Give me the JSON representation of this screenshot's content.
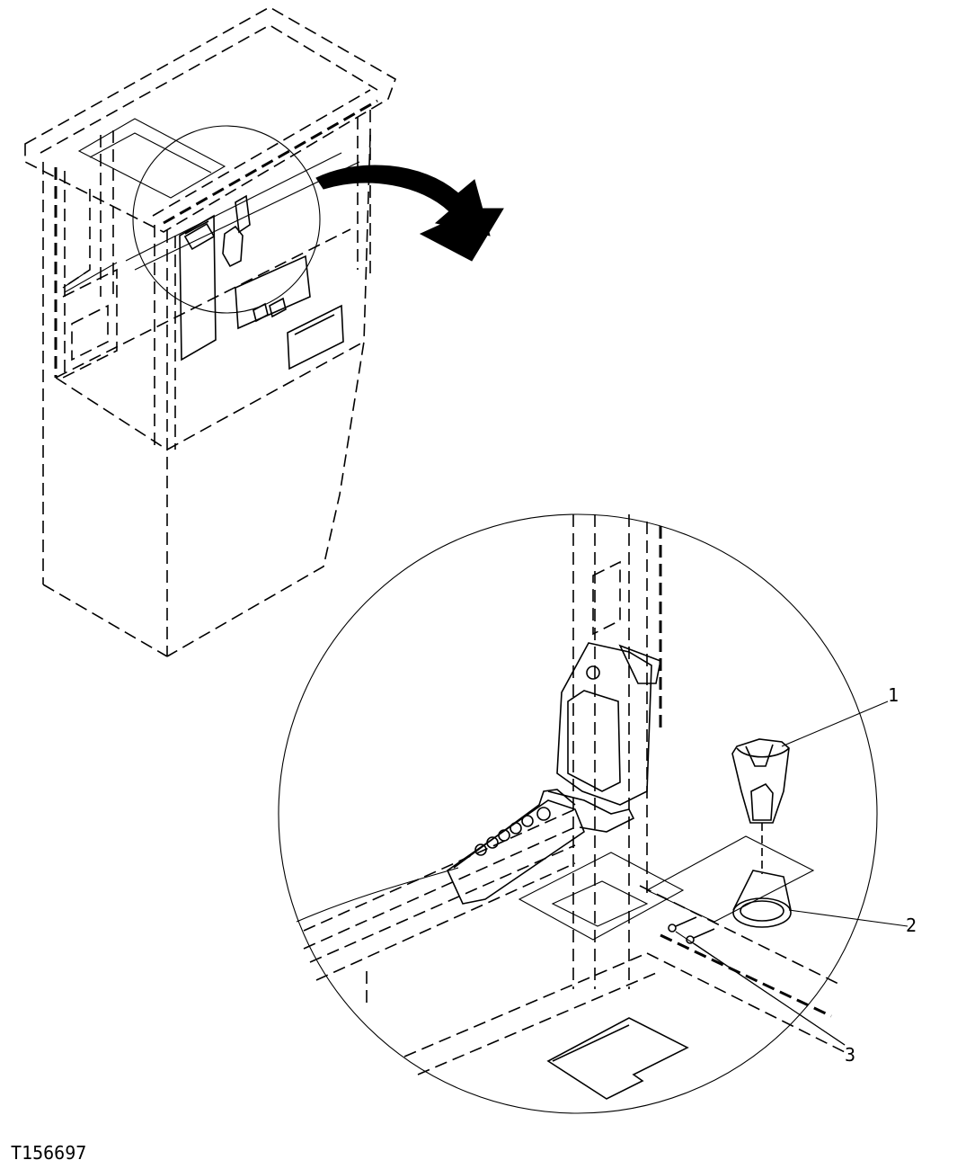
{
  "figure": {
    "id": "T156697",
    "callouts": [
      {
        "label": "1"
      },
      {
        "label": "2"
      },
      {
        "label": "3"
      }
    ]
  }
}
